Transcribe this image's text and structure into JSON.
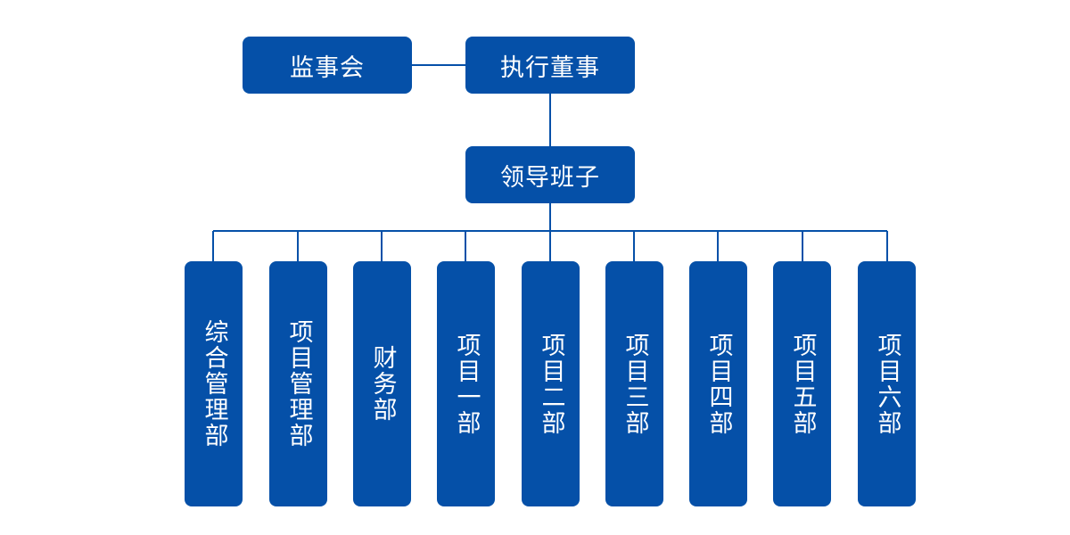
{
  "org": {
    "supervisory_board": "监事会",
    "executive_director": "执行董事",
    "leadership_team": "领导班子",
    "departments": [
      "综合管理部",
      "项目管理部",
      "财务部",
      "项目一部",
      "项目二部",
      "项目三部",
      "项目四部",
      "项目五部",
      "项目六部"
    ]
  },
  "colors": {
    "node_fill": "#0550a8",
    "node_text": "#ffffff",
    "connector": "#0550a8",
    "background": "#ffffff"
  }
}
